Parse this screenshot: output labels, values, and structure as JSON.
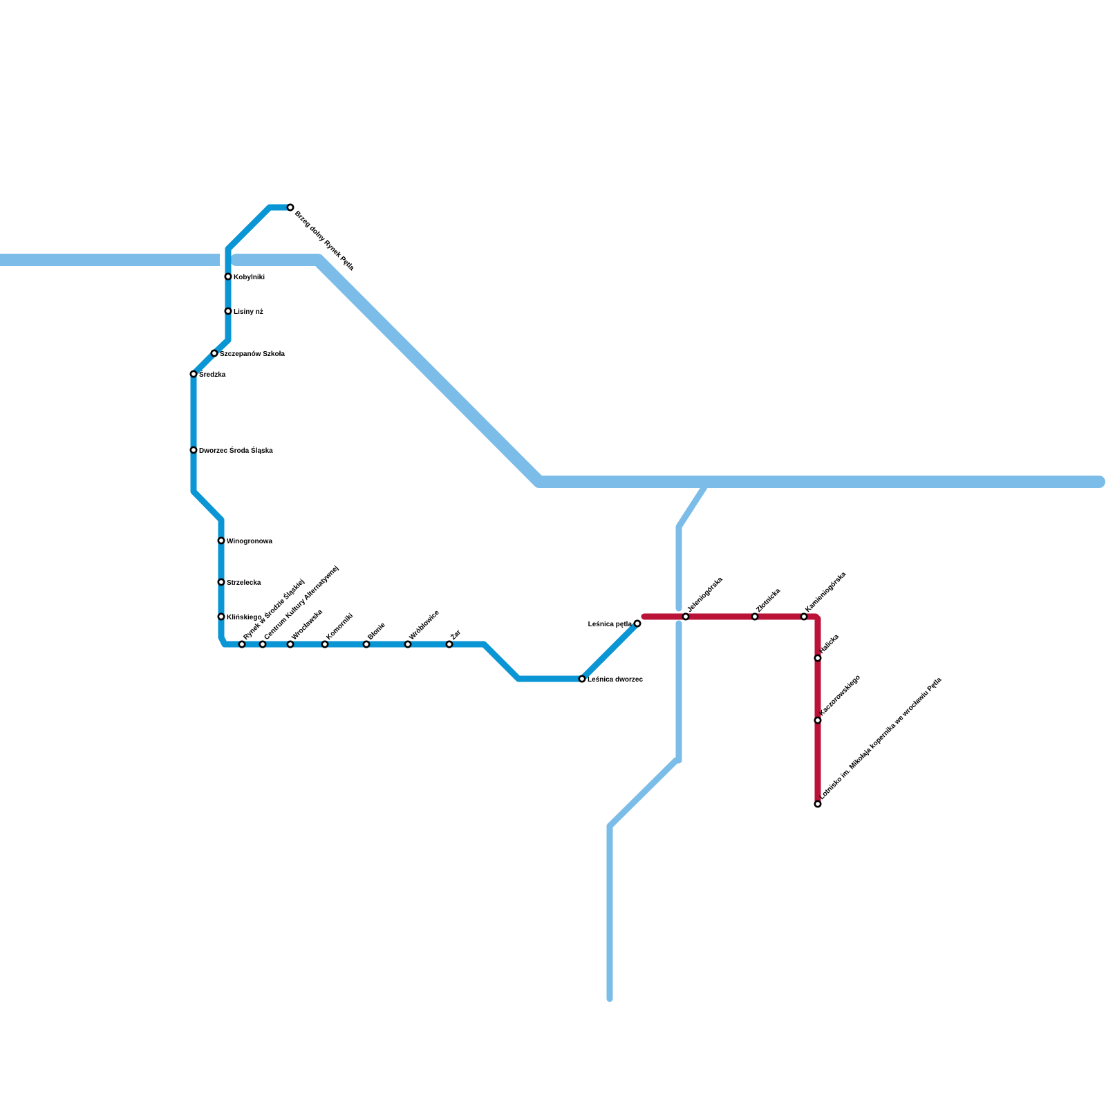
{
  "map": {
    "title": "",
    "lines": [
      {
        "id": "light-blue-main",
        "name": "Light blue trunk line",
        "color": "#7bbde8",
        "weight": "thick",
        "stations": []
      },
      {
        "id": "light-blue-branch",
        "name": "Light blue branch line",
        "color": "#7bbde8",
        "weight": "medium",
        "stations": []
      },
      {
        "id": "blue",
        "name": "Blue line",
        "color": "#0a96d4",
        "weight": "medium",
        "stations": [
          "Brzeg dolny Rynek Pętla",
          "Kobylniki",
          "Lisiny nż",
          "Szczepanów Szkoła",
          "Średzka",
          "Dworzec Środa Śląska",
          "Winogronowa",
          "Strzelecka",
          "Klińskiego",
          "Rynek w Środzie Śląskiej",
          "Centrum Kultury Alternatywnej",
          "Wrocławska",
          "Komorniki",
          "Błonie",
          "Wróblowice",
          "Żar",
          "Leśnica dworzec",
          "Leśnica pętla"
        ]
      },
      {
        "id": "red",
        "name": "Red line",
        "color": "#bb1238",
        "weight": "medium",
        "stations": [
          "Jeleniogórska",
          "Złotnicka",
          "Kamieniogórska",
          "Halicka",
          "Kaczorowskiego",
          "Lotnisko im. Mikołaja kopernika we wrocławiu Pętla"
        ]
      }
    ],
    "labels": {
      "brzeg": "Brzeg dolny Rynek Pętla",
      "kobylniki": "Kobylniki",
      "lisiny": "Lisiny nż",
      "szczepanow": "Szczepanów Szkoła",
      "sredzka": "Średzka",
      "dworzec_sroda": "Dworzec Środa Śląska",
      "winogronowa": "Winogronowa",
      "strzelecka": "Strzelecka",
      "klinskiego": "Klińskiego",
      "rynek_sroda": "Rynek w Środzie Śląskiej",
      "centrum_kultury": "Centrum Kultury Alternatywnej",
      "wroclawska": "Wrocławska",
      "komorniki": "Komorniki",
      "blonie": "Błonie",
      "wroblowice": "Wróblowice",
      "zar": "Żar",
      "lesnica_dworzec": "Leśnica dworzec",
      "lesnica_petla": "Leśnica pętla",
      "jeleniogorska": "Jeleniogórska",
      "zlotnicka": "Złotnicka",
      "kamieniogorska": "Kamieniogórska",
      "halicka": "Halicka",
      "kaczorowskiego": "Kaczorowskiego",
      "lotnisko": "Lotnisko im. Mikołaja kopernika we wrocławiu Pętla"
    }
  }
}
